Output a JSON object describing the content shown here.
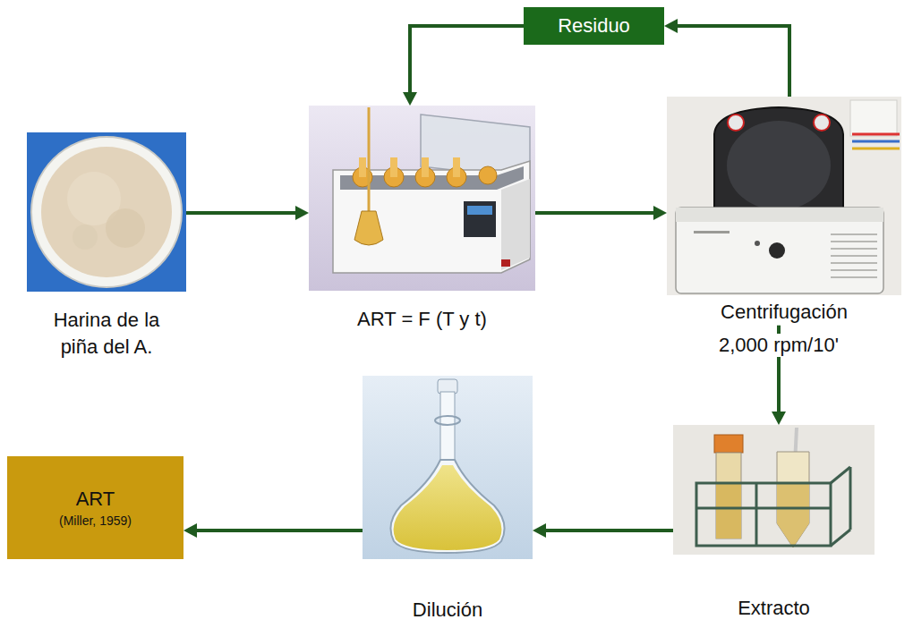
{
  "diagram": {
    "nodes": [
      {
        "text": [
          "Harina de la piña del A."
        ]
      },
      {
        "text": [
          "ART = F (T y t)"
        ]
      },
      {
        "text": [
          "Centrifugación"
        ]
      },
      {
        "text": [
          "Residuo"
        ]
      },
      {
        "text": [
          "Extracto"
        ]
      },
      {
        "text": [
          "Dilución"
        ]
      },
      {
        "text": [
          "ART",
          "(Miller, 1959)"
        ]
      }
    ],
    "edges": [
      {
        "from": 0,
        "to": 1,
        "arrow": "to"
      },
      {
        "from": 1,
        "to": 2,
        "arrow": "to"
      },
      {
        "from": 2,
        "to": 3,
        "arrow": "to"
      },
      {
        "from": 3,
        "to": 1,
        "arrow": "to"
      },
      {
        "from": 2,
        "to": 4,
        "label": "2,000 rpm/10'",
        "arrow": "to"
      },
      {
        "from": 4,
        "to": 5,
        "arrow": "to"
      },
      {
        "from": 5,
        "to": 6,
        "arrow": "to"
      }
    ]
  }
}
